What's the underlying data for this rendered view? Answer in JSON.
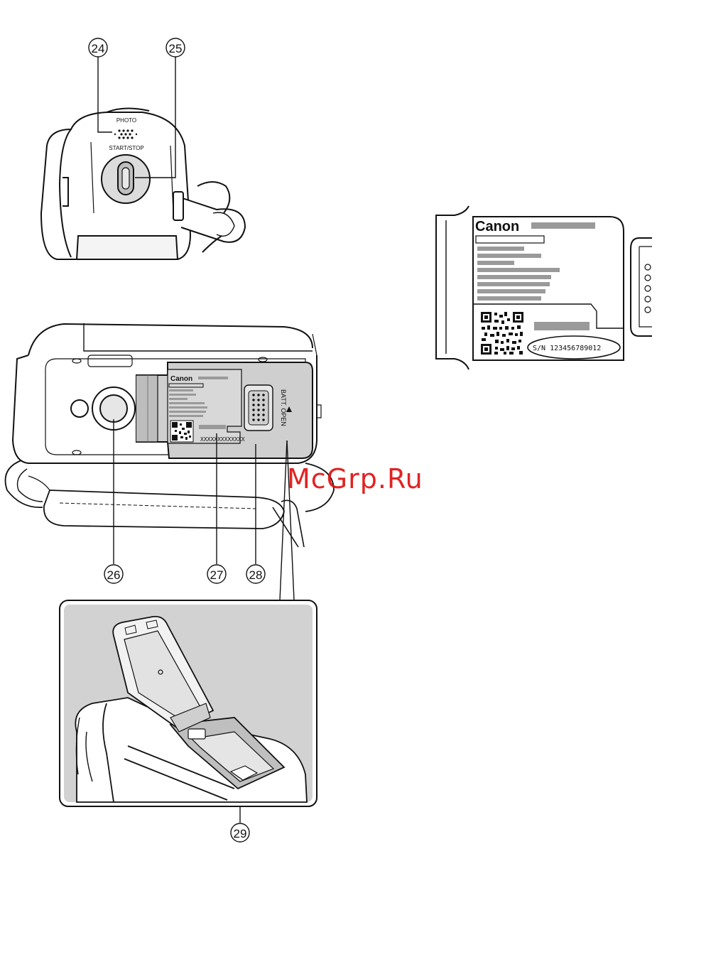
{
  "callouts": [
    "24",
    "25",
    "26",
    "27",
    "28",
    "29"
  ],
  "camera_top": {
    "photo_label": "PHOTO",
    "start_stop_label": "START/STOP"
  },
  "camera_bottom": {
    "brand": "Canon",
    "serial_placeholder": "XXXXXXXXXXXXX",
    "batt_open_label": "BATT. OPEN"
  },
  "label_closeup": {
    "brand": "Canon",
    "serial": "S/N 123456789012"
  },
  "watermark": "McGrp.Ru"
}
